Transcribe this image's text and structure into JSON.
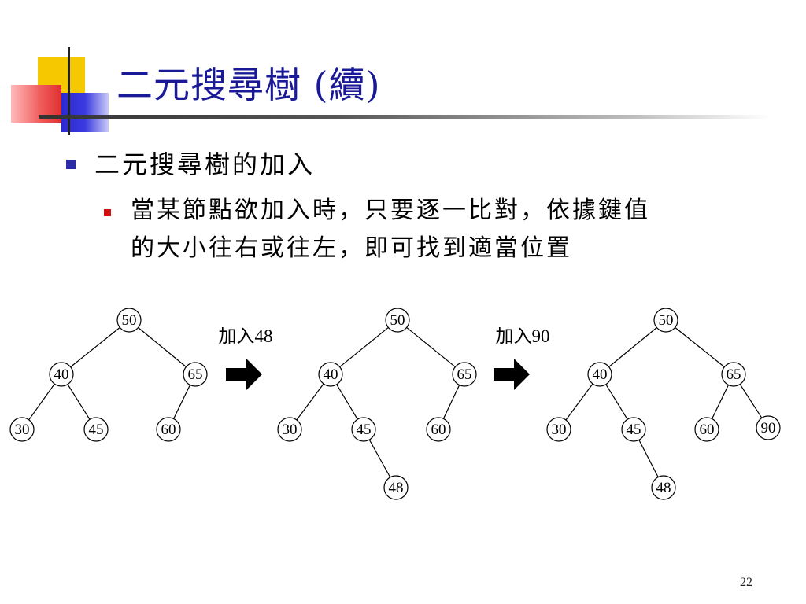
{
  "slide": {
    "title": "二元搜尋樹 (續)",
    "bullet1": "二元搜尋樹的加入",
    "bullet2_line1": "當某節點欲加入時，只要逐一比對，依據鍵值",
    "bullet2_line2": "的大小往右或往左，即可找到適當位置",
    "page_number": "22"
  },
  "operations": [
    "加入48",
    "加入90"
  ],
  "trees": [
    {
      "nodes": [
        {
          "id": "a50",
          "label": "50"
        },
        {
          "id": "a40",
          "label": "40"
        },
        {
          "id": "a65",
          "label": "65"
        },
        {
          "id": "a30",
          "label": "30"
        },
        {
          "id": "a45",
          "label": "45"
        },
        {
          "id": "a60",
          "label": "60"
        }
      ],
      "edges": [
        [
          "a50",
          "a40"
        ],
        [
          "a50",
          "a65"
        ],
        [
          "a40",
          "a30"
        ],
        [
          "a40",
          "a45"
        ],
        [
          "a65",
          "a60"
        ]
      ]
    },
    {
      "nodes": [
        {
          "id": "b50",
          "label": "50"
        },
        {
          "id": "b40",
          "label": "40"
        },
        {
          "id": "b65",
          "label": "65"
        },
        {
          "id": "b30",
          "label": "30"
        },
        {
          "id": "b45",
          "label": "45"
        },
        {
          "id": "b60",
          "label": "60"
        },
        {
          "id": "b48",
          "label": "48"
        }
      ],
      "edges": [
        [
          "b50",
          "b40"
        ],
        [
          "b50",
          "b65"
        ],
        [
          "b40",
          "b30"
        ],
        [
          "b40",
          "b45"
        ],
        [
          "b65",
          "b60"
        ],
        [
          "b45",
          "b48"
        ]
      ]
    },
    {
      "nodes": [
        {
          "id": "c50",
          "label": "50"
        },
        {
          "id": "c40",
          "label": "40"
        },
        {
          "id": "c65",
          "label": "65"
        },
        {
          "id": "c30",
          "label": "30"
        },
        {
          "id": "c45",
          "label": "45"
        },
        {
          "id": "c60",
          "label": "60"
        },
        {
          "id": "c90",
          "label": "90"
        },
        {
          "id": "c48",
          "label": "48"
        }
      ],
      "edges": [
        [
          "c50",
          "c40"
        ],
        [
          "c50",
          "c65"
        ],
        [
          "c40",
          "c30"
        ],
        [
          "c40",
          "c45"
        ],
        [
          "c65",
          "c60"
        ],
        [
          "c65",
          "c90"
        ],
        [
          "c45",
          "c48"
        ]
      ]
    }
  ],
  "colors": {
    "title": "#1a1a99",
    "bullet_level1": "#2c2ca8",
    "bullet_level2": "#d01010",
    "deco_yellow": "#f5c800",
    "deco_blue": "#2a2ad0",
    "deco_red": "#f05a5a"
  }
}
